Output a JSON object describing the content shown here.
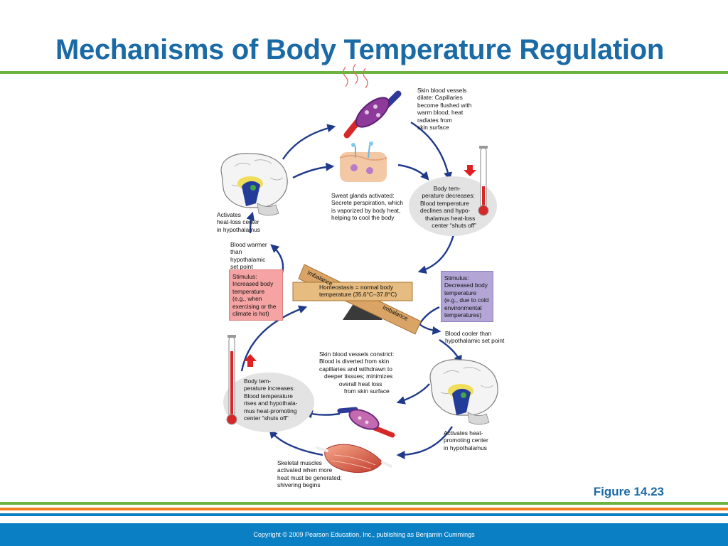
{
  "title": "Mechanisms of Body Temperature Regulation",
  "figure_label": "Figure 14.23",
  "copyright": "Copyright © 2009 Pearson Education, Inc., publishing as Benjamin Cummings",
  "colors": {
    "title_blue": "#1a6aa5",
    "rule_green": "#6db33f",
    "rule_orange": "#f07f1e",
    "rule_blue": "#0b7fc3",
    "arrow_navy": "#1f3a8a",
    "stimulus_hot": "#f5a3a3",
    "stimulus_cold": "#b3a6d6"
  },
  "labels": {
    "skin_dilate": "Skin blood vessels\ndilate: Capillaries\nbecome flushed with\nwarm blood; heat\nradiates from\nskin surface",
    "sweat": "Sweat glands activated:\nSecrete perspiration, which\nis vaporized by body heat,\nhelping to cool the body",
    "temp_decrease": "        Body tem-\n perature decreases:\nBlood temperature\ndeclines and hypo-\n   thalamus heat-loss\n       center “shuts off”",
    "heat_loss_center": "Activates\nheat-loss center\nin hypothalamus",
    "blood_warmer": "Blood warmer\nthan\nhypothalamic\nset point",
    "stimulus_hot": "Stimulus:\nIncreased body\ntemperature\n(e.g., when\nexercising or the\nclimate is hot)",
    "homeostasis": "Homeostasis = normal body\ntemperature (35.6°C–37.8°C)",
    "imbalance_left": "Imbalance",
    "imbalance_right": "Imbalance",
    "stimulus_cold": "Stimulus:\nDecreased body\ntemperature\n(e.g., due to cold\nenvironmental\ntemperatures)",
    "blood_cooler": "Blood cooler than\nhypothalamic set point",
    "skin_constrict": "Skin blood vessels constrict:\nBlood is diverted from skin\ncapillaries and withdrawn to\n   deeper tissues; minimizes\n            overall heat loss\n               from skin surface",
    "temp_increase": "Body tem-\nperature increases:\nBlood temperature\nrises and hypothala-\nmus heat-promoting\ncenter “shuts off”",
    "heat_promoting": "Activates heat-\npromoting center\nin hypothalamus",
    "shivering": "Skeletal muscles\nactivated when more\nheat must be generated;\nshivering begins"
  }
}
